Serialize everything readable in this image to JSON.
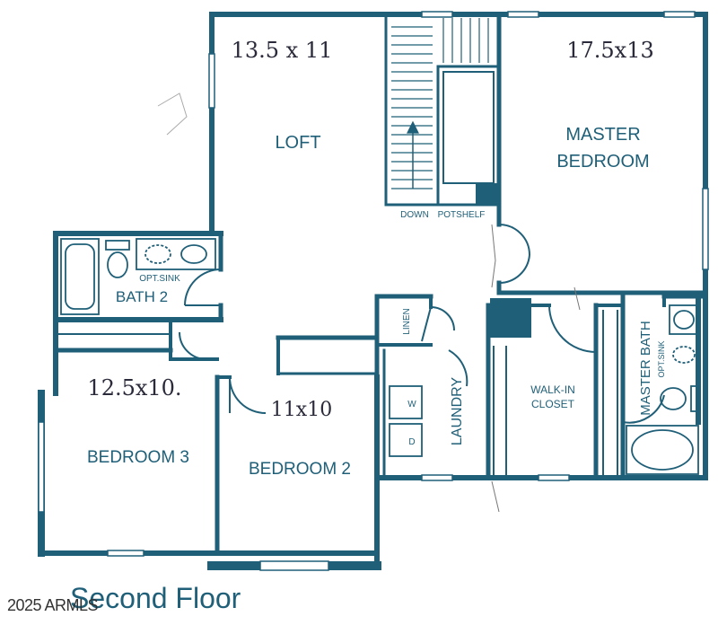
{
  "floor_title": "Second Floor",
  "copyright": "2025 ARMLS",
  "colors": {
    "wall": "#1f5f78",
    "ink": "#2a2a3a",
    "paper": "#ffffff"
  },
  "rooms": {
    "loft": {
      "name": "LOFT",
      "size": "13.5 x 11"
    },
    "master_bedroom": {
      "name_line1": "MASTER",
      "name_line2": "BEDROOM",
      "size": "17.5x13"
    },
    "bath2": {
      "name": "BATH 2",
      "sink_note": "OPT.SINK"
    },
    "bedroom3": {
      "name": "BEDROOM 3",
      "size": "12.5x10."
    },
    "bedroom2": {
      "name": "BEDROOM 2",
      "size": "11x10"
    },
    "linen": {
      "name": "LINEN"
    },
    "laundry": {
      "name": "LAUNDRY",
      "washer": "W",
      "dryer": "D"
    },
    "walk_in_closet": {
      "name_line1": "WALK-IN",
      "name_line2": "CLOSET"
    },
    "master_bath": {
      "name": "MASTER BATH",
      "sink_note": "OPT.SINK"
    }
  },
  "stairs": {
    "down_label": "DOWN",
    "potshelf_label": "POTSHELF"
  }
}
